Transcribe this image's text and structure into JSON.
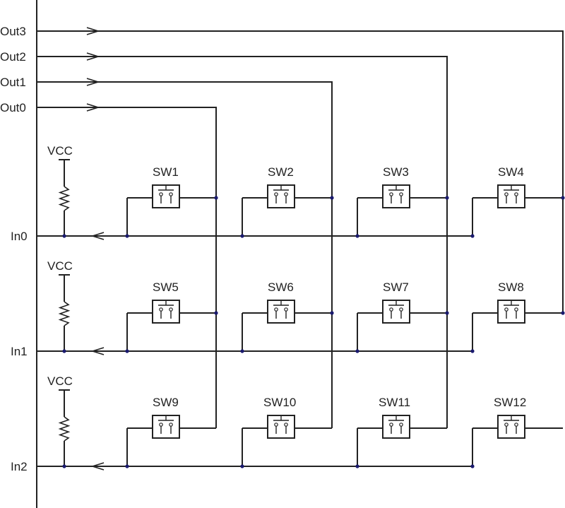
{
  "outputs": [
    "Out0",
    "Out1",
    "Out2",
    "Out3"
  ],
  "inputs": [
    "In0",
    "In1",
    "In2"
  ],
  "vcc_label": "VCC",
  "switches": [
    [
      "SW1",
      "SW2",
      "SW3",
      "SW4"
    ],
    [
      "SW5",
      "SW6",
      "SW7",
      "SW8"
    ],
    [
      "SW9",
      "SW10",
      "SW11",
      "SW12"
    ]
  ],
  "colors": {
    "wire": "#222222",
    "junction": "#1a1a6e",
    "background": "#ffffff"
  }
}
